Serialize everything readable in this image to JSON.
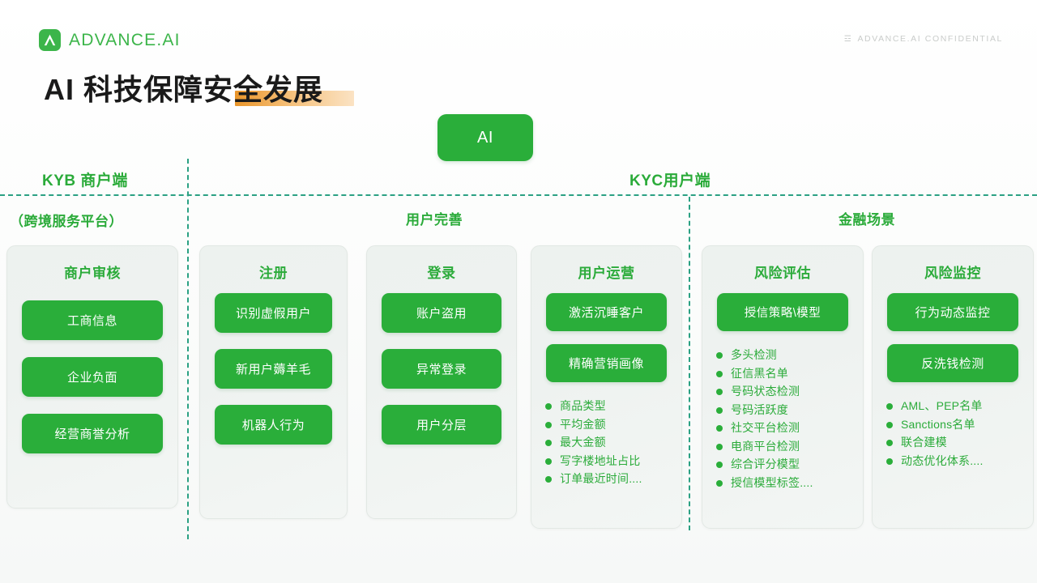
{
  "brand": {
    "name": "ADVANCE.AI",
    "mark_icon": "advance-logo-icon",
    "color": "#3cb54a"
  },
  "confidential": {
    "icon": "lock-icon",
    "text": "ADVANCE.AI CONFIDENTIAL"
  },
  "title": {
    "text": "AI 科技保障安全发展",
    "highlight_color": "#e9952a"
  },
  "ai_badge": {
    "label": "AI",
    "color": "#2aae3a"
  },
  "zones": {
    "kyb": {
      "label": "KYB 商户端",
      "sub": "（跨境服务平台）"
    },
    "kyc": {
      "label": "KYC用户端",
      "sub_user": "用户完善",
      "sub_finance": "金融场景"
    }
  },
  "cards": [
    {
      "title": "商户审核",
      "pills": [
        "工商信息",
        "企业负面",
        "经营商誉分析"
      ],
      "bullets": []
    },
    {
      "title": "注册",
      "pills": [
        "识别虚假用户",
        "新用户薅羊毛",
        "机器人行为"
      ],
      "bullets": []
    },
    {
      "title": "登录",
      "pills": [
        "账户盗用",
        "异常登录",
        "用户分层"
      ],
      "bullets": []
    },
    {
      "title": "用户运营",
      "pills": [
        "激活沉睡客户",
        "精确营销画像"
      ],
      "bullets": [
        "商品类型",
        "平均金额",
        "最大金额",
        "写字楼地址占比",
        "订单最近时间...."
      ]
    },
    {
      "title": "风险评估",
      "pills": [
        "授信策略\\模型"
      ],
      "bullets": [
        "多头检测",
        "征信黑名单",
        "号码状态检测",
        "号码活跃度",
        "社交平台检测",
        "电商平台检测",
        "综合评分模型",
        "授信模型标签...."
      ]
    },
    {
      "title": "风险监控",
      "pills": [
        "行为动态监控",
        "反洗钱检测"
      ],
      "bullets": [
        "AML、PEP名单",
        "Sanctions名单",
        "联合建模",
        "动态优化体系...."
      ]
    }
  ]
}
